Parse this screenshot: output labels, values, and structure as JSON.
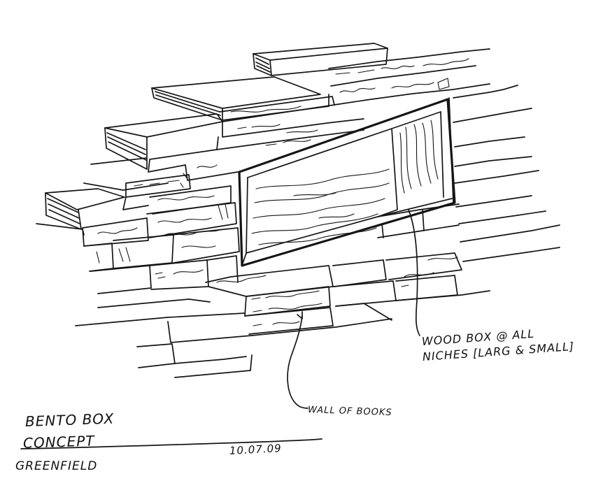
{
  "annotations": {
    "wood_box_line_1": "WOOD BOX @ ALL",
    "wood_box_line_2": "NICHES [LARG & SMALL]",
    "wall_of_books": "WALL OF BOOKS"
  },
  "title_block": {
    "title_line_1": "BENTO BOX",
    "title_line_2": "CONCEPT",
    "date": "10.07.09",
    "signature": "GREENFIELD"
  },
  "colors": {
    "ink": "#151515",
    "paper": "#ffffff"
  }
}
